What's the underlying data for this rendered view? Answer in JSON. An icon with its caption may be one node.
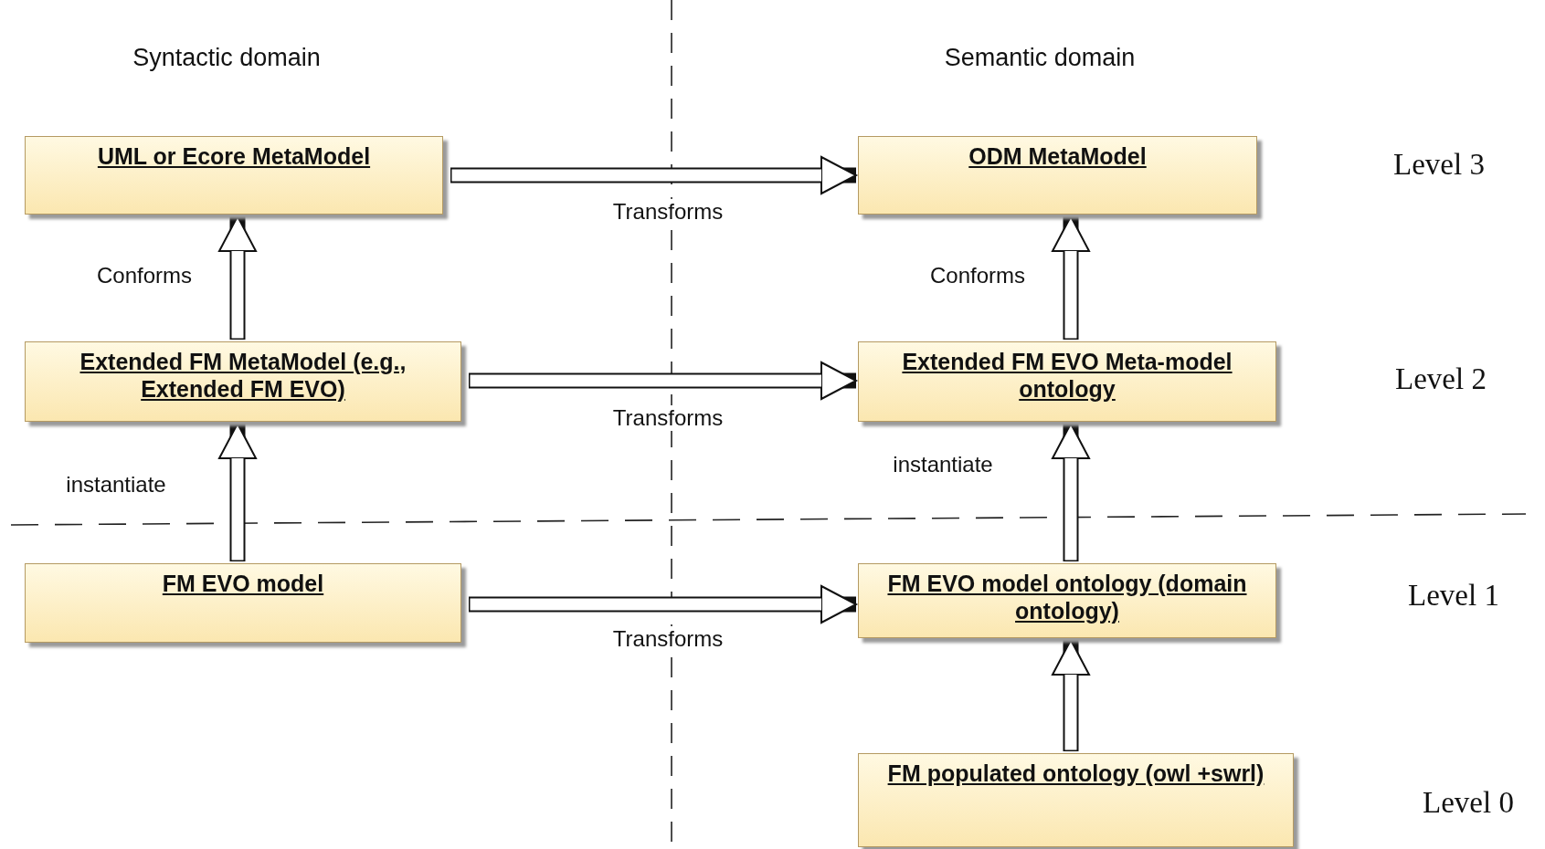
{
  "diagram": {
    "nodes": [
      {
        "text": [
          "UML or Ecore MetaModel"
        ]
      },
      {
        "text": [
          "ODM MetaModel"
        ]
      },
      {
        "text": [
          "Extended FM  MetaModel (e.g., Extended FM EVO)"
        ]
      },
      {
        "text": [
          "Extended FM EVO Meta-model ontology"
        ]
      },
      {
        "text": [
          "FM EVO model"
        ]
      },
      {
        "text": [
          "FM EVO model ontology (domain ontology)"
        ]
      },
      {
        "text": [
          "FM populated ontology (owl +swrl)"
        ]
      }
    ],
    "edges": [
      {
        "from": 0,
        "to": 1,
        "arrow": "to",
        "label": "Transforms"
      },
      {
        "from": 2,
        "to": 0,
        "arrow": "to",
        "label": "Conforms"
      },
      {
        "from": 3,
        "to": 1,
        "arrow": "to",
        "label": "Conforms"
      },
      {
        "from": 2,
        "to": 3,
        "arrow": "to",
        "label": "Transforms"
      },
      {
        "from": 4,
        "to": 2,
        "arrow": "to",
        "label": "instantiate"
      },
      {
        "from": 5,
        "to": 3,
        "arrow": "to",
        "label": "instantiate"
      },
      {
        "from": 4,
        "to": 5,
        "arrow": "to",
        "label": "Transforms"
      },
      {
        "from": 6,
        "to": 5,
        "arrow": "to"
      }
    ],
    "labels": [
      "Syntactic  domain",
      "Semantic domain",
      "Level 3",
      "Level 2",
      "Level 1",
      "Level 0"
    ]
  }
}
